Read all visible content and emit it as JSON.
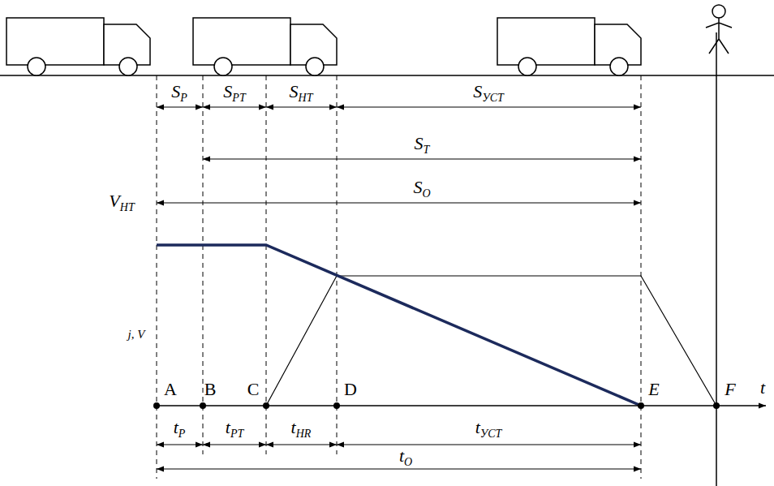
{
  "diagram": {
    "labels": [
      "SР",
      "SРТ",
      "SНТ",
      "SУСТ",
      "SТ",
      "VНТ",
      "SО",
      "j, V",
      "A",
      "B",
      "C",
      "D",
      "E",
      "F",
      "t",
      "tР",
      "tРТ",
      "tHR",
      "tУСТ",
      "tО"
    ]
  }
}
